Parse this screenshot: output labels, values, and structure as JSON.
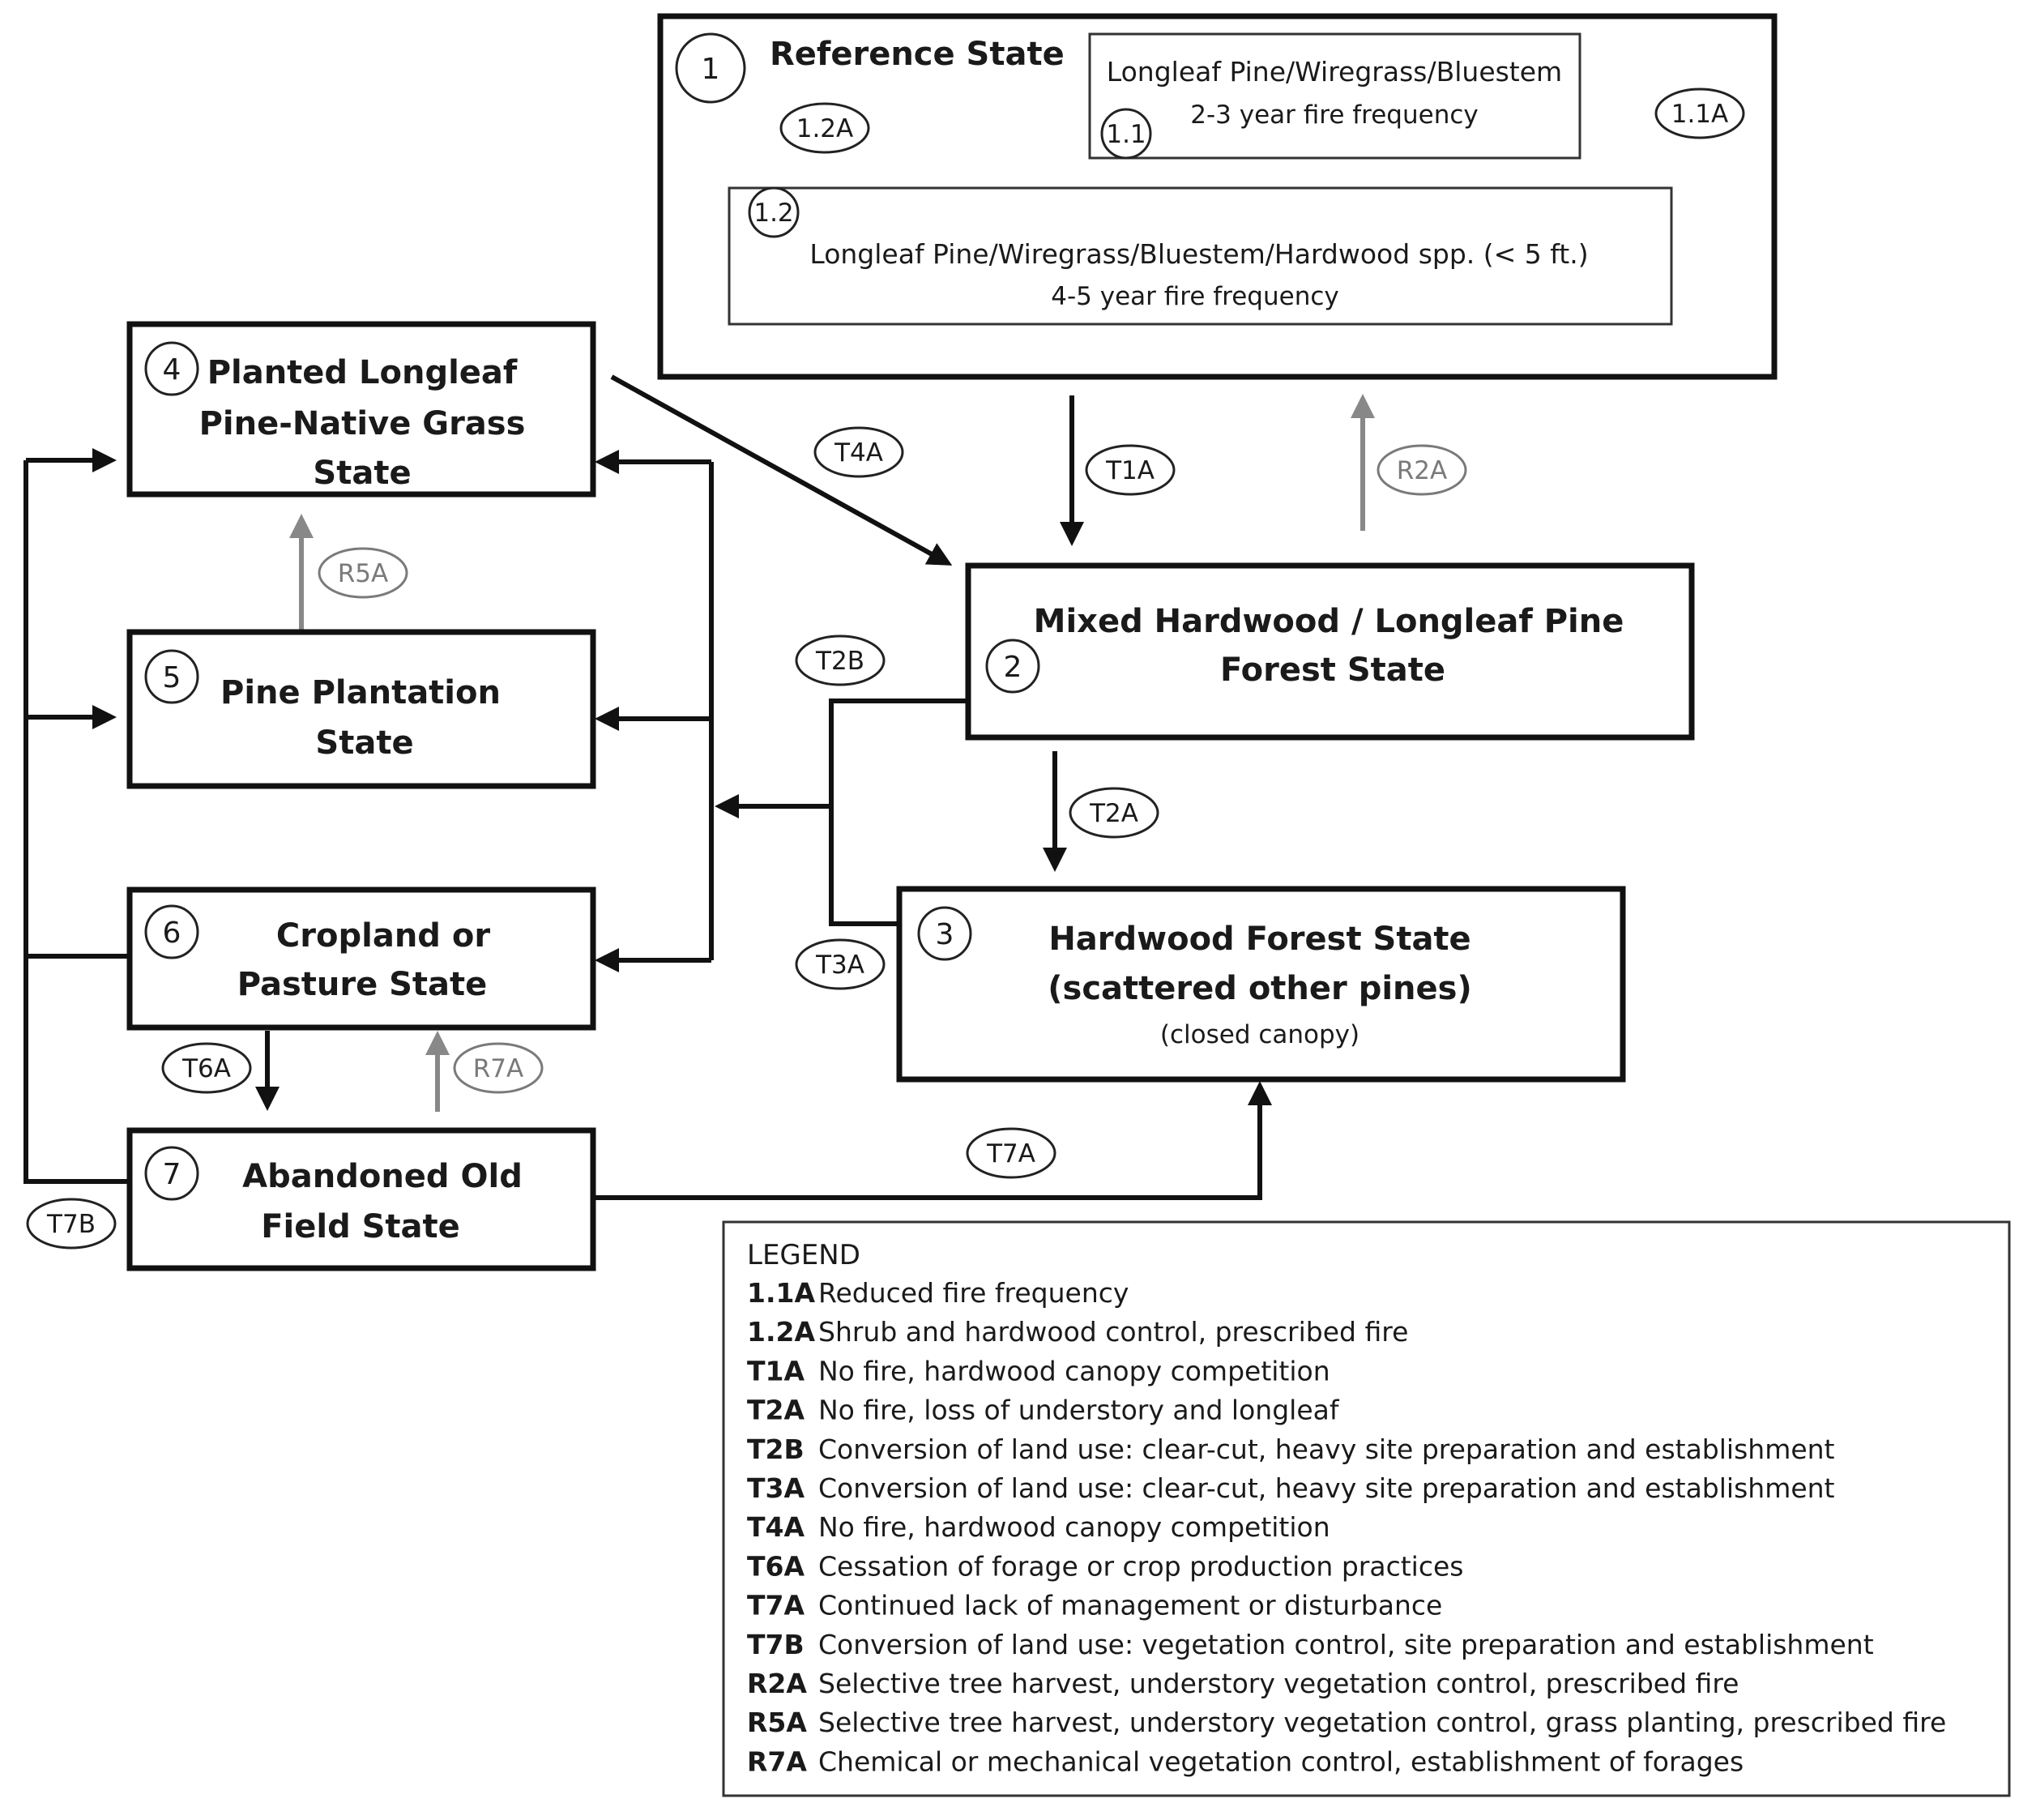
{
  "states": {
    "s1": {
      "num": "1",
      "title": "Reference State"
    },
    "s2": {
      "num": "2",
      "line1": "Mixed Hardwood / Longleaf Pine",
      "line2": "Forest State"
    },
    "s3": {
      "num": "3",
      "line1": "Hardwood Forest State",
      "line2": "(scattered other pines)",
      "line3": "(closed canopy)"
    },
    "s4": {
      "num": "4",
      "line1": "Planted Longleaf",
      "line2": "Pine-Native Grass",
      "line3": "State"
    },
    "s5": {
      "num": "5",
      "line1": "Pine Plantation",
      "line2": "State"
    },
    "s6": {
      "num": "6",
      "line1": "Cropland or",
      "line2": "Pasture State"
    },
    "s7": {
      "num": "7",
      "line1": "Abandoned Old",
      "line2": "Field State"
    }
  },
  "phases": {
    "p11": {
      "num": "1.1",
      "line1": "Longleaf Pine/Wiregrass/Bluestem",
      "line2": "2-3 year fire frequency"
    },
    "p12": {
      "num": "1.2",
      "line1": "Longleaf Pine/Wiregrass/Bluestem/Hardwood  spp. (< 5 ft.)",
      "line2": "4-5 year fire frequency"
    }
  },
  "transition_labels": {
    "t11a": "1.1A",
    "t12a": "1.2A",
    "t1a": "T1A",
    "r2a": "R2A",
    "t4a": "T4A",
    "r5a": "R5A",
    "t2b": "T2B",
    "t2a": "T2A",
    "t3a": "T3A",
    "t6a": "T6A",
    "r7a": "R7A",
    "t7a": "T7A",
    "t7b": "T7B"
  },
  "colors": {
    "transition": "#111111",
    "restoration": "#888888"
  },
  "legend": {
    "title": "LEGEND",
    "items": [
      {
        "code": "1.1A",
        "text": "Reduced fire frequency"
      },
      {
        "code": "1.2A",
        "text": "Shrub and hardwood control, prescribed fire"
      },
      {
        "code": "T1A",
        "text": "No fire, hardwood canopy competition"
      },
      {
        "code": "T2A",
        "text": "No fire, loss of understory and longleaf"
      },
      {
        "code": "T2B",
        "text": "Conversion of land use: clear-cut, heavy site preparation and establishment"
      },
      {
        "code": "T3A",
        "text": "Conversion of land use: clear-cut, heavy site preparation and establishment"
      },
      {
        "code": "T4A",
        "text": "No fire, hardwood canopy competition"
      },
      {
        "code": "T6A",
        "text": "Cessation of forage or crop production practices"
      },
      {
        "code": "T7A",
        "text": "Continued lack of management or disturbance"
      },
      {
        "code": "T7B",
        "text": "Conversion of land use: vegetation control, site preparation and establishment"
      },
      {
        "code": "R2A",
        "text": "Selective tree harvest, understory vegetation control, prescribed fire"
      },
      {
        "code": "R5A",
        "text": "Selective tree harvest, understory vegetation control, grass planting, prescribed fire"
      },
      {
        "code": "R7A",
        "text": "Chemical or mechanical vegetation control, establishment of forages"
      }
    ]
  }
}
